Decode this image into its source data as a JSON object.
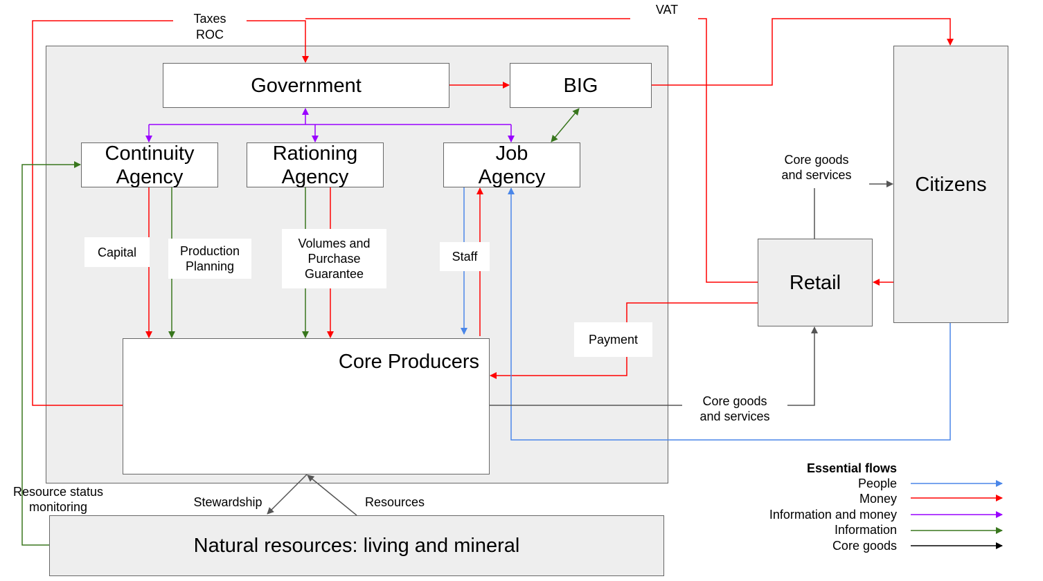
{
  "nodes": {
    "government": "Government",
    "big": "BIG",
    "continuity_agency": "Continuity Agency",
    "rationing_agency": "Rationing Agency",
    "job_agency": "Job Agency",
    "core_producers": "Core Producers",
    "retail": "Retail",
    "citizens": "Citizens",
    "natural_resources": "Natural resources: living and mineral"
  },
  "edge_labels": {
    "taxes": "Taxes",
    "roc": "ROC",
    "vat": "VAT",
    "capital": "Capital",
    "production_planning": "Production Planning",
    "volumes_purchase_guarantee": "Volumes and Purchase Guarantee",
    "staff": "Staff",
    "payment": "Payment",
    "core_goods_to_retail": "Core goods and services",
    "core_goods_to_citizens": "Core goods and services",
    "resource_status_monitoring": "Resource status monitoring",
    "stewardship": "Stewardship",
    "resources": "Resources"
  },
  "legend": {
    "title": "Essential flows",
    "items": [
      {
        "label": "People",
        "color": "#4a86e8"
      },
      {
        "label": "Money",
        "color": "#ff0000"
      },
      {
        "label": "Information and money",
        "color": "#9900ff"
      },
      {
        "label": "Information",
        "color": "#38761d"
      },
      {
        "label": "Core goods",
        "color": "#000000"
      }
    ]
  },
  "colors": {
    "people": "#4a86e8",
    "money": "#ff0000",
    "info_money": "#9900ff",
    "information": "#38761d",
    "core_goods": "#555555",
    "container": "#eeeeee"
  }
}
